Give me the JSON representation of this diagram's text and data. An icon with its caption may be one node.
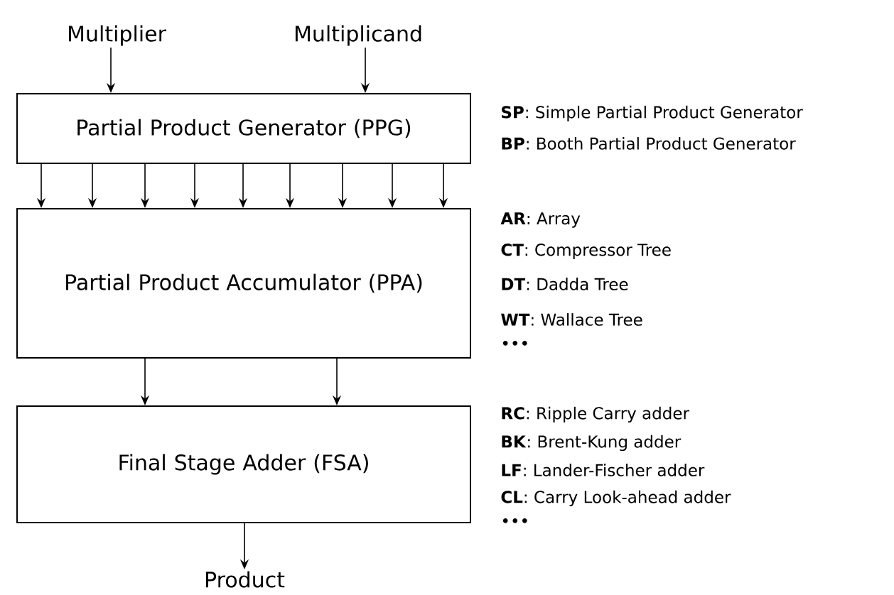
{
  "diagram": {
    "nodes": [
      {
        "text": [
          "Multiplier"
        ]
      },
      {
        "text": [
          "Multiplicand"
        ]
      },
      {
        "text": [
          "Partial Product Generator (PPG)"
        ]
      },
      {
        "text": [
          "Partial Product Accumulator (PPA)"
        ]
      },
      {
        "text": [
          "Final Stage Adder (FSA)"
        ]
      },
      {
        "text": [
          "Product"
        ]
      }
    ],
    "edges": [
      {
        "from": 0,
        "to": 2,
        "arrow": "to"
      },
      {
        "from": 1,
        "to": 2,
        "arrow": "to"
      },
      {
        "from": 2,
        "to": 3,
        "arrow": "to"
      },
      {
        "from": 2,
        "to": 3,
        "arrow": "to"
      },
      {
        "from": 2,
        "to": 3,
        "arrow": "to"
      },
      {
        "from": 2,
        "to": 3,
        "arrow": "to"
      },
      {
        "from": 2,
        "to": 3,
        "arrow": "to"
      },
      {
        "from": 2,
        "to": 3,
        "arrow": "to"
      },
      {
        "from": 2,
        "to": 3,
        "arrow": "to"
      },
      {
        "from": 2,
        "to": 3,
        "arrow": "to"
      },
      {
        "from": 2,
        "to": 3,
        "arrow": "to"
      },
      {
        "from": 3,
        "to": 4,
        "arrow": "to"
      },
      {
        "from": 3,
        "to": 4,
        "arrow": "to"
      },
      {
        "from": 4,
        "to": 5,
        "arrow": "to"
      }
    ],
    "labels": [
      "**SP**: Simple Partial Product Generator",
      "**BP**: Booth Partial Product Generator",
      "**AR**: Array",
      "**CT**: Compressor Tree",
      "**DT**: Dadda Tree",
      "**WT**: Wallace Tree",
      "•••",
      "**RC**: Ripple Carry adder",
      "**BK**: Brent-Kung adder",
      "**LF**: Lander-Fischer adder",
      "**CL**: Carry Look-ahead adder",
      "•••"
    ]
  }
}
